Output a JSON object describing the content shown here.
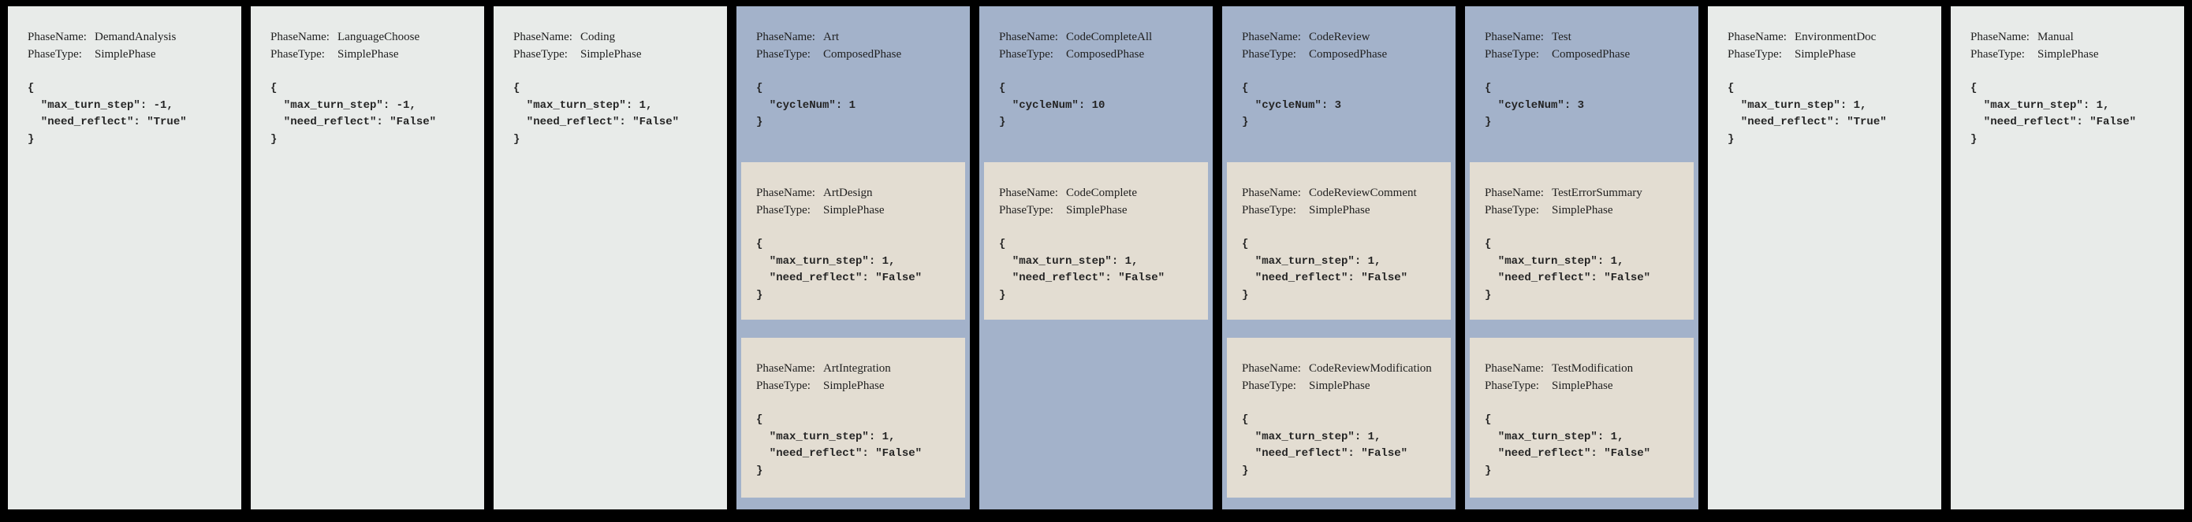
{
  "palette": {
    "background": "#000000",
    "simple_phase_fill": "#e8ebe9",
    "composed_phase_fill": "#a3b2ca",
    "subphase_fill": "#e3ddd2",
    "text": "#1f1f1f"
  },
  "labels": {
    "phase_name": "PhaseName:",
    "phase_type": "PhaseType:"
  },
  "phases": [
    {
      "name": "DemandAnalysis",
      "type": "SimplePhase",
      "config": "{\n  \"max_turn_step\": -1,\n  \"need_reflect\": \"True\"\n}"
    },
    {
      "name": "LanguageChoose",
      "type": "SimplePhase",
      "config": "{\n  \"max_turn_step\": -1,\n  \"need_reflect\": \"False\"\n}"
    },
    {
      "name": "Coding",
      "type": "SimplePhase",
      "config": "{\n  \"max_turn_step\": 1,\n  \"need_reflect\": \"False\"\n}"
    },
    {
      "name": "Art",
      "type": "ComposedPhase",
      "config": "{\n  \"cycleNum\": 1\n}",
      "subphases": [
        {
          "name": "ArtDesign",
          "type": "SimplePhase",
          "config": "{\n  \"max_turn_step\": 1,\n  \"need_reflect\": \"False\"\n}"
        },
        {
          "name": "ArtIntegration",
          "type": "SimplePhase",
          "config": "{\n  \"max_turn_step\": 1,\n  \"need_reflect\": \"False\"\n}"
        }
      ]
    },
    {
      "name": "CodeCompleteAll",
      "type": "ComposedPhase",
      "config": "{\n  \"cycleNum\": 10\n}",
      "subphases": [
        {
          "name": "CodeComplete",
          "type": "SimplePhase",
          "config": "{\n  \"max_turn_step\": 1,\n  \"need_reflect\": \"False\"\n}"
        }
      ]
    },
    {
      "name": "CodeReview",
      "type": "ComposedPhase",
      "config": "{\n  \"cycleNum\": 3\n}",
      "subphases": [
        {
          "name": "CodeReviewComment",
          "type": "SimplePhase",
          "config": "{\n  \"max_turn_step\": 1,\n  \"need_reflect\": \"False\"\n}"
        },
        {
          "name": "CodeReviewModification",
          "type": "SimplePhase",
          "config": "{\n  \"max_turn_step\": 1,\n  \"need_reflect\": \"False\"\n}"
        }
      ]
    },
    {
      "name": "Test",
      "type": "ComposedPhase",
      "config": "{\n  \"cycleNum\": 3\n}",
      "subphases": [
        {
          "name": "TestErrorSummary",
          "type": "SimplePhase",
          "config": "{\n  \"max_turn_step\": 1,\n  \"need_reflect\": \"False\"\n}"
        },
        {
          "name": "TestModification",
          "type": "SimplePhase",
          "config": "{\n  \"max_turn_step\": 1,\n  \"need_reflect\": \"False\"\n}"
        }
      ]
    },
    {
      "name": "EnvironmentDoc",
      "type": "SimplePhase",
      "config": "{\n  \"max_turn_step\": 1,\n  \"need_reflect\": \"True\"\n}"
    },
    {
      "name": "Manual",
      "type": "SimplePhase",
      "config": "{\n  \"max_turn_step\": 1,\n  \"need_reflect\": \"False\"\n}"
    }
  ]
}
